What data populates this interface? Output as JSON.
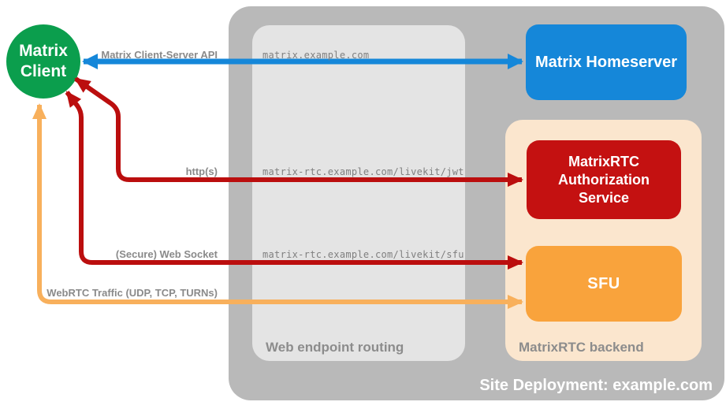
{
  "containers": {
    "site": {
      "label": "Site Deployment: example.com",
      "color": "#b9b9b9",
      "label_color": "#ffffff"
    },
    "routing": {
      "label": "Web endpoint routing",
      "color": "#e4e4e4",
      "label_color": "#8c8c8c"
    },
    "backend": {
      "label": "MatrixRTC backend",
      "color": "#fbe6ce",
      "label_color": "#8c8c8c"
    }
  },
  "nodes": {
    "client": {
      "line1": "Matrix",
      "line2": "Client",
      "color": "#0b9e4d"
    },
    "homeserver": {
      "label": "Matrix Homeserver",
      "color": "#1587d9"
    },
    "auth": {
      "label": "MatrixRTC Authorization Service",
      "color": "#c41111"
    },
    "sfu": {
      "label": "SFU",
      "color": "#f9a33c"
    }
  },
  "connections": [
    {
      "name": "client-server-api",
      "label": "Matrix Client-Server API",
      "route": "matrix.example.com",
      "color": "#1587d9",
      "arrows": "both"
    },
    {
      "name": "https",
      "label": "http(s)",
      "route": "matrix-rtc.example.com/livekit/jwt",
      "color": "#bb0e0e",
      "arrows": "both"
    },
    {
      "name": "websocket",
      "label": "(Secure) Web Socket",
      "route": "matrix-rtc.example.com/livekit/sfu",
      "color": "#bb0e0e",
      "arrows": "both"
    },
    {
      "name": "webrtc",
      "label": "WebRTC Traffic (UDP, TCP, TURNs)",
      "route": "",
      "color": "#f8b05c",
      "arrows": "both"
    }
  ]
}
